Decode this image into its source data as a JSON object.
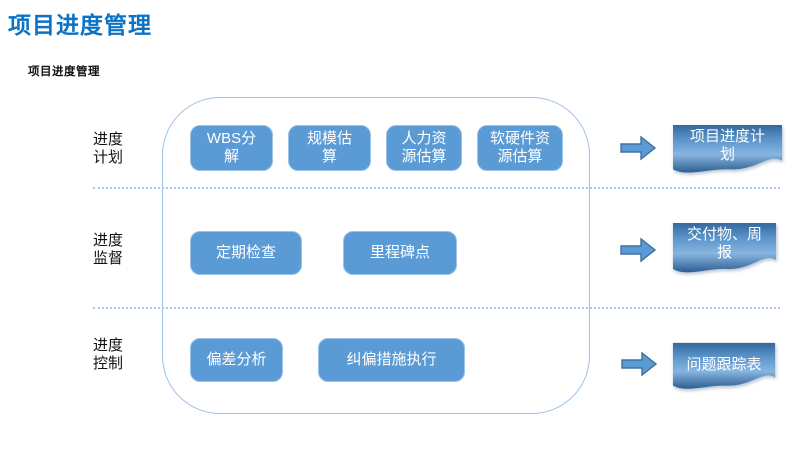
{
  "page": {
    "title": "项目进度管理",
    "subtitle": "项目进度管理"
  },
  "colors": {
    "title_blue": "#0B72C6",
    "box_fill": "#5B9BD5",
    "box_border": "#9CC2E6",
    "container_border": "#9DC3E6",
    "dotted_line": "#A9C7E8",
    "arrow_fill": "#5B9BD5",
    "arrow_border": "#41719C",
    "doc_gradient_top": "#34689E",
    "doc_gradient_mid": "#86B5E0",
    "doc_gradient_bottom": "#2E5E92",
    "text_on_shape": "#FFFFFF"
  },
  "icons": {
    "arrow": "arrow-right-icon",
    "output_shape": "wave-document-shape"
  },
  "rows": [
    {
      "label": "进度计划",
      "boxes": [
        "WBS分解",
        "规模估算",
        "人力资源估算",
        "软硬件资源估算"
      ],
      "output": "项目进度计划"
    },
    {
      "label": "进度监督",
      "boxes": [
        "定期检查",
        "里程碑点"
      ],
      "output": "交付物、周报"
    },
    {
      "label": "进度控制",
      "boxes": [
        "偏差分析",
        "纠偏措施执行"
      ],
      "output": "问题跟踪表"
    }
  ]
}
